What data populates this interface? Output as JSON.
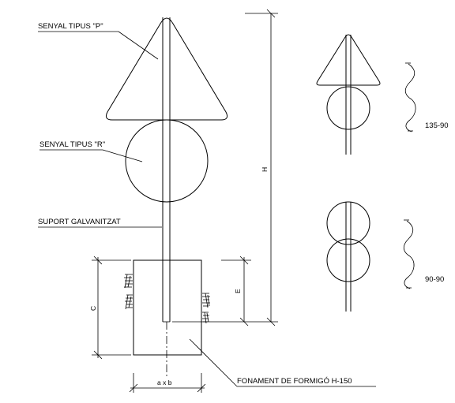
{
  "labels": {
    "signal_p": "SENYAL TIPUS \"P\"",
    "signal_r": "SENYAL TIPUS \"R\"",
    "support": "SUPORT GALVANITZAT",
    "foundation": "FONAMENT DE FORMIGÓ H-150"
  },
  "dimensions": {
    "height": "H",
    "embed": "E",
    "depth": "C",
    "base": "a x b"
  },
  "variants": [
    {
      "caption": "135-90"
    },
    {
      "caption": "90-90"
    }
  ]
}
